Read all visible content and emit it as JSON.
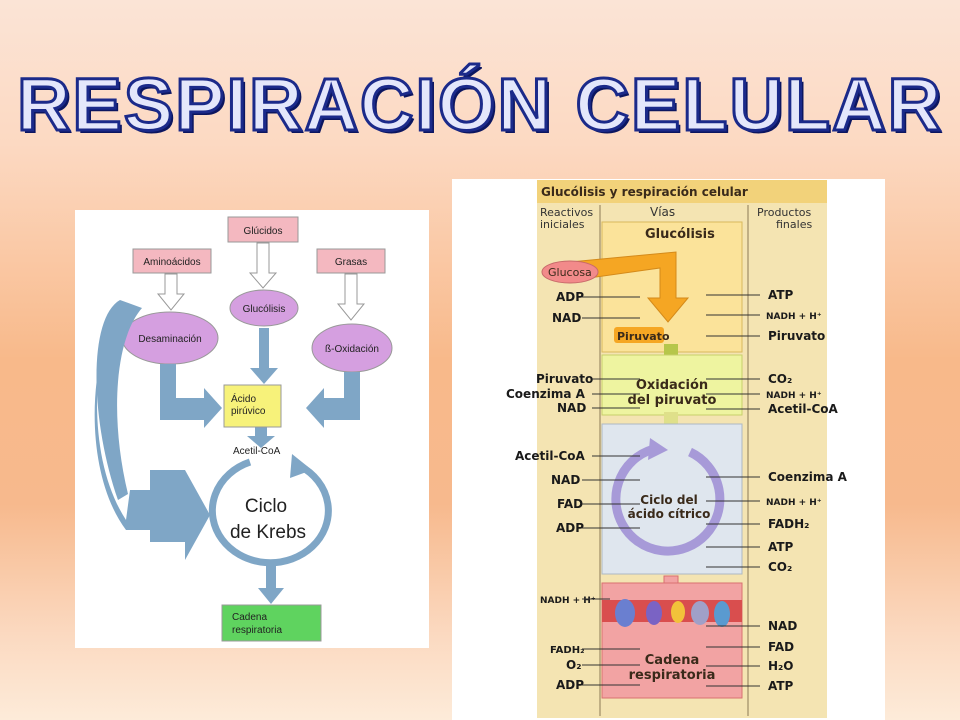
{
  "title": "RESPIRACIÓN CELULAR",
  "left": {
    "glucidos": "Glúcidos",
    "aminoacidos": "Aminoácidos",
    "grasas": "Grasas",
    "glucolisis": "Glucólisis",
    "desaminacion": "Desaminación",
    "b_oxidacion": "ß-Oxidación",
    "acido_1": "Ácido",
    "acido_2": "pirúvico",
    "acetil_coa": "Acetil-CoA",
    "ciclo_1": "Ciclo",
    "ciclo_2": "de Krebs",
    "cadena_1": "Cadena",
    "cadena_2": "respiratoria"
  },
  "right": {
    "header": "Glucólisis y respiración celular",
    "col_reactivos_1": "Reactivos",
    "col_reactivos_2": "iniciales",
    "col_vias": "Vías",
    "col_productos_1": "Productos",
    "col_productos_2": "finales",
    "glucolisis": "Glucólisis",
    "glucosa": "Glucosa",
    "r1": [
      "ADP",
      "NAD"
    ],
    "p1": [
      "ATP",
      "NADH + H⁺",
      "Piruvato"
    ],
    "piruvato": "Piruvato",
    "oxidacion_1": "Oxidación",
    "oxidacion_2": "del piruvato",
    "r2": [
      "Piruvato",
      "Coenzima A",
      "NAD"
    ],
    "p2": [
      "CO₂",
      "NADH + H⁺",
      "Acetil-CoA"
    ],
    "ciclo_1": "Ciclo del",
    "ciclo_2": "ácido cítrico",
    "r3": [
      "Acetil-CoA",
      "NAD",
      "FAD",
      "ADP"
    ],
    "p3": [
      "Coenzima A",
      "NADH + H⁺",
      "FADH₂",
      "ATP",
      "CO₂"
    ],
    "cadena_1": "Cadena",
    "cadena_2": "respiratoria",
    "r4": [
      "NADH + H⁺",
      "FADH₂",
      "O₂",
      "ADP"
    ],
    "p4": [
      "NAD",
      "FAD",
      "H₂O",
      "ATP"
    ]
  },
  "colors": {
    "title_fill": "#e4e7fb",
    "title_stroke": "#1b2a8a",
    "pink_box": "#f4b8c0",
    "purple_oval": "#d59fe0",
    "yellow_box": "#f7f27a",
    "green_box": "#5fd35f",
    "blue_arrow": "#7fa6c6",
    "panel_bg": "#f4e4b2",
    "glucolisis_bg": "#fbe39a",
    "oxidacion_bg": "#eef4a0",
    "ciclo_bg": "#dfe6ee",
    "cadena_bg": "#f2a3a3"
  }
}
